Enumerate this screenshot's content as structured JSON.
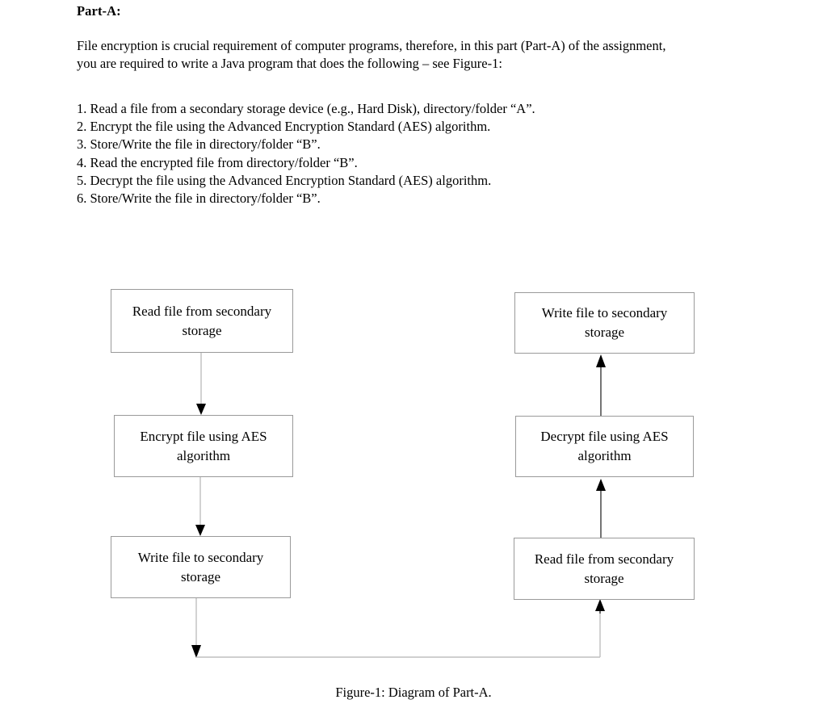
{
  "document": {
    "heading": "Part-A:",
    "intro": "File encryption is crucial requirement of computer programs, therefore, in this part (Part-A) of the assignment, you are required to write a Java program that does the following – see Figure-1:",
    "steps": [
      "1. Read a file from a secondary storage device (e.g., Hard Disk), directory/folder “A”.",
      "2. Encrypt the file using the Advanced Encryption Standard (AES) algorithm.",
      "3. Store/Write the file in directory/folder “B”.",
      "4. Read the encrypted file from directory/folder “B”.",
      "5. Decrypt the file using the Advanced Encryption Standard (AES) algorithm.",
      "6. Store/Write the file in directory/folder “B”."
    ],
    "figure_caption": "Figure-1: Diagram of Part-A."
  },
  "diagram": {
    "type": "flowchart",
    "title": "Figure-1: Diagram of Part-A.",
    "nodes": [
      {
        "id": "n1",
        "label": "Read file from secondary storage",
        "column": "left",
        "row": 1
      },
      {
        "id": "n2",
        "label": "Encrypt file using AES algorithm",
        "column": "left",
        "row": 2
      },
      {
        "id": "n3",
        "label": "Write file to secondary storage",
        "column": "left",
        "row": 3
      },
      {
        "id": "n4",
        "label": "Read file from secondary storage",
        "column": "right",
        "row": 3
      },
      {
        "id": "n5",
        "label": "Decrypt file using AES algorithm",
        "column": "right",
        "row": 2
      },
      {
        "id": "n6",
        "label": "Write file to secondary storage",
        "column": "right",
        "row": 1
      }
    ],
    "edges": [
      {
        "from": "n1",
        "to": "n2",
        "direction": "down"
      },
      {
        "from": "n2",
        "to": "n3",
        "direction": "down"
      },
      {
        "from": "n3",
        "to": "n4",
        "direction": "down-right-up"
      },
      {
        "from": "n4",
        "to": "n5",
        "direction": "up"
      },
      {
        "from": "n5",
        "to": "n6",
        "direction": "up"
      }
    ],
    "colors": {
      "box_border": "#9a9a9a",
      "connector_light": "#bfbfbf",
      "connector_dark": "#3a3a3a",
      "arrowhead": "#000000",
      "background": "#ffffff"
    }
  }
}
